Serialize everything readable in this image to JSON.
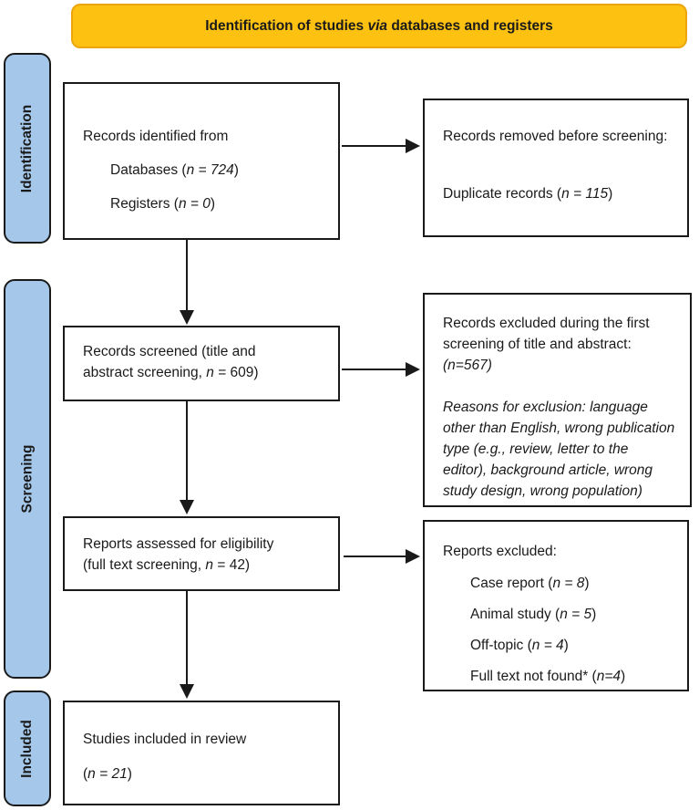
{
  "banner": {
    "title": [
      {
        "t": "Identification of studies "
      },
      {
        "t": "via",
        "i": true
      },
      {
        "t": " databases and registers"
      }
    ]
  },
  "sidebar": {
    "identification": "Identification",
    "screening": "Screening",
    "included": "Included"
  },
  "boxes": {
    "records_identified": {
      "title": [
        {
          "t": "Records identified from"
        }
      ],
      "item1": [
        {
          "t": "Databases ("
        },
        {
          "t": "n = 724",
          "i": true
        },
        {
          "t": ")"
        }
      ],
      "item2": [
        {
          "t": "Registers ("
        },
        {
          "t": "n = 0",
          "i": true
        },
        {
          "t": ")"
        }
      ]
    },
    "records_removed": {
      "title": [
        {
          "t": "Records removed before screening:"
        }
      ],
      "item1": [
        {
          "t": "Duplicate records ("
        },
        {
          "t": "n = 115",
          "i": true
        },
        {
          "t": ")"
        }
      ]
    },
    "records_screened": {
      "line1": [
        {
          "t": "Records screened (title and"
        }
      ],
      "line2": [
        {
          "t": "abstract screening, "
        },
        {
          "t": "n",
          "i": true
        },
        {
          "t": " = 609)"
        }
      ]
    },
    "records_excluded": {
      "heading": [
        {
          "t": "Records excluded during the first screening of title and abstract:"
        }
      ],
      "count": [
        {
          "t": "(n=567)",
          "i": true
        }
      ],
      "reasons": [
        {
          "t": "Reasons for exclusion: language other than English, wrong publication type (e.g., review, letter to the editor), background article, wrong study design, wrong population)",
          "i": true
        }
      ]
    },
    "reports_assessed": {
      "line1": [
        {
          "t": "Reports assessed for eligibility"
        }
      ],
      "line2": [
        {
          "t": "(full text screening, "
        },
        {
          "t": "n",
          "i": true
        },
        {
          "t": " = 42)"
        }
      ]
    },
    "reports_excluded": {
      "title": [
        {
          "t": "Reports excluded:"
        }
      ],
      "item1": [
        {
          "t": "Case report ("
        },
        {
          "t": "n = 8",
          "i": true
        },
        {
          "t": ")"
        }
      ],
      "item2": [
        {
          "t": "Animal study ("
        },
        {
          "t": "n = 5",
          "i": true
        },
        {
          "t": ")"
        }
      ],
      "item3": [
        {
          "t": "Off-topic ("
        },
        {
          "t": "n = 4",
          "i": true
        },
        {
          "t": ")"
        }
      ],
      "item4": [
        {
          "t": "Full text not found* ("
        },
        {
          "t": "n=4",
          "i": true
        },
        {
          "t": ")"
        }
      ]
    },
    "studies_included": {
      "line1": [
        {
          "t": "Studies included in review"
        }
      ],
      "line2": [
        {
          "t": "("
        },
        {
          "t": "n = 21",
          "i": true
        },
        {
          "t": ")"
        }
      ]
    }
  },
  "colors": {
    "banner_fill": "#FDC112",
    "banner_border": "#ECA50B",
    "sidebar_fill": "#A5C8EA",
    "box_border": "#1A1A1A",
    "text": "#1A1A1A"
  }
}
